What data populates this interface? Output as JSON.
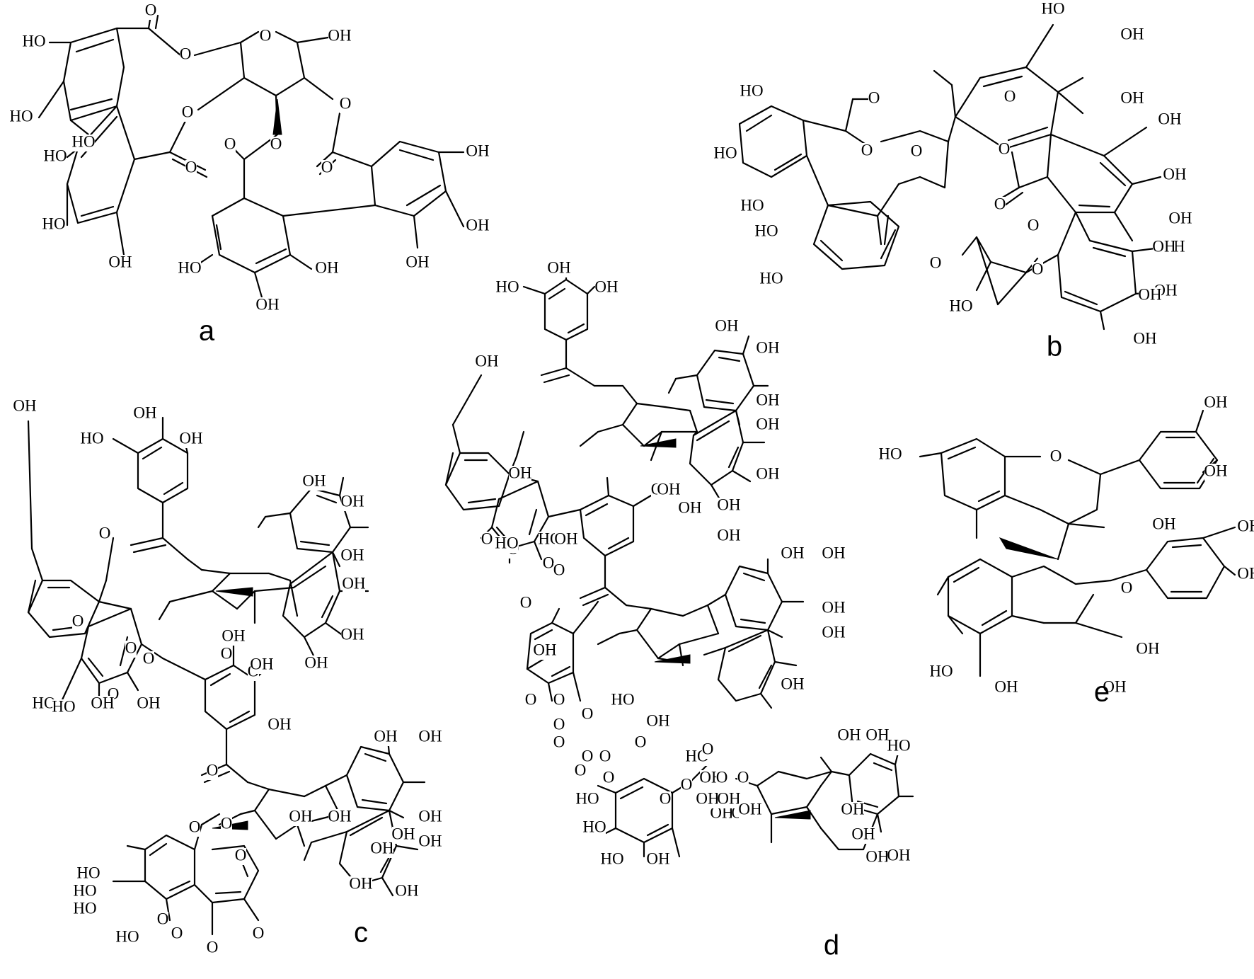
{
  "figure": {
    "panels": [
      {
        "id": "a",
        "label": "a",
        "atoms": [
          "HO",
          "HO",
          "HO",
          "HO",
          "HO",
          "OH",
          "O",
          "O",
          "OH",
          "O",
          "O",
          "O",
          "O",
          "O",
          "O",
          "O",
          "OH",
          "OH",
          "OH",
          "HO",
          "OH",
          "OH"
        ]
      },
      {
        "id": "b",
        "label": "b",
        "atoms": [
          "HO",
          "OH",
          "OH",
          "HO",
          "HO",
          "HO",
          "HO",
          "HO",
          "OH",
          "O",
          "O",
          "O",
          "O",
          "O",
          "O",
          "OH",
          "OH",
          "OH",
          "O",
          "O",
          "HO",
          "OH",
          "OH",
          "OH",
          "OH",
          "O"
        ]
      },
      {
        "id": "c",
        "label": "c",
        "atoms": [
          "OH",
          "HO",
          "OH",
          "OH",
          "OH",
          "OH",
          "OH",
          "OH",
          "OH",
          "OH",
          "O",
          "O",
          "O",
          "O",
          "O",
          "O",
          "O",
          "HO",
          "HO",
          "OH",
          "OH",
          "OH",
          "OH",
          "OH",
          "OH",
          "OH",
          "OH",
          "OH",
          "OH",
          "O",
          "O",
          "O",
          "O",
          "O",
          "O",
          "O",
          "O",
          "HO",
          "HO",
          "HO",
          "HO",
          "OH",
          "OH",
          "OH",
          "OH",
          "OH"
        ]
      },
      {
        "id": "d",
        "label": "d",
        "atoms": [
          "OH",
          "HO",
          "OH",
          "OH",
          "OH",
          "OH",
          "OH",
          "OH",
          "OH",
          "OH",
          "OH",
          "O",
          "O",
          "O",
          "O",
          "O",
          "O",
          "O",
          "HO",
          "HO",
          "OH",
          "OH",
          "OH",
          "OH",
          "OH",
          "OH",
          "OH",
          "OH",
          "OH",
          "OH",
          "O",
          "O",
          "O",
          "O",
          "O",
          "O",
          "O",
          "O",
          "HO",
          "OH",
          "HO",
          "OH",
          "OH",
          "OH",
          "OH",
          "OH",
          "HO",
          "HO",
          "HO",
          "HO",
          "OH",
          "OH",
          "OH",
          "OH",
          "OH",
          "OH",
          "OH",
          "OH",
          "O",
          "O",
          "O",
          "O",
          "O",
          "O",
          "O",
          "O"
        ]
      },
      {
        "id": "e",
        "label": "e",
        "atoms": [
          "HO",
          "O",
          "OH",
          "OH",
          "OH",
          "OH",
          "HO",
          "O",
          "OH",
          "OH",
          "OH",
          "OH"
        ]
      }
    ]
  }
}
